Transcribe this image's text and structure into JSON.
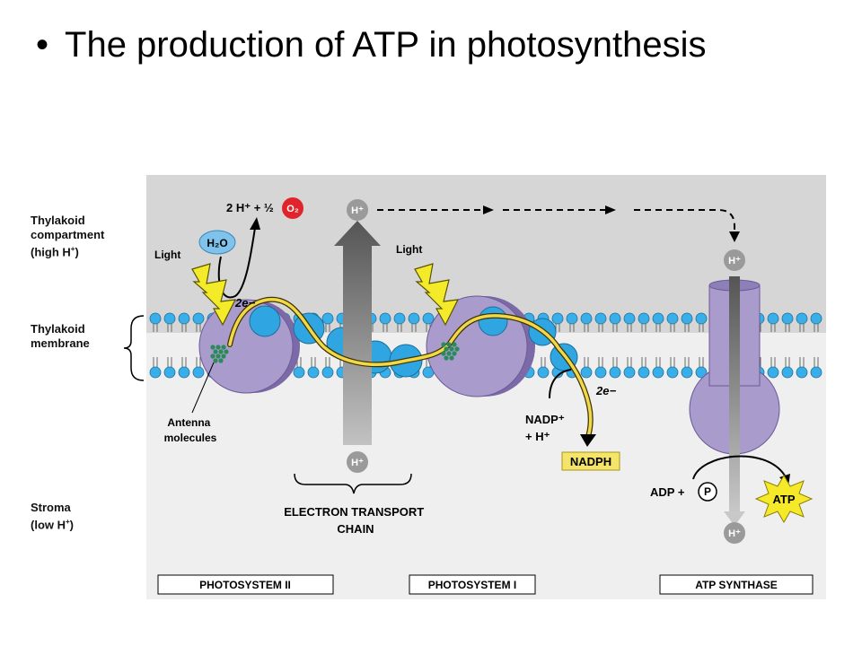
{
  "slide": {
    "bullet": "•",
    "title": "The production of ATP in photosynthesis"
  },
  "labels": {
    "thylakoid_compartment": [
      "Thylakoid",
      "compartment",
      "(high H",
      "+",
      ")"
    ],
    "thylakoid_membrane": [
      "Thylakoid",
      "membrane"
    ],
    "stroma": [
      "Stroma",
      "(low H",
      "+",
      ")"
    ],
    "light_1": "Light",
    "light_2": "Light",
    "antenna": [
      "Antenna",
      "molecules"
    ],
    "electron_transport_chain": [
      "ELECTRON TRANSPORT",
      "CHAIN"
    ],
    "water": "H₂O",
    "products": "2 H⁺ + ½",
    "oxygen": "O₂",
    "electrons": "2e−",
    "h_plus": "H⁺",
    "nadp_line1": "NADP⁺",
    "nadp_line2": "+ H⁺",
    "nadph": "NADPH",
    "adp": "ADP +",
    "phosphate": "P",
    "atp": "ATP"
  },
  "components": [
    {
      "id": "photosystem-ii",
      "label": "PHOTOSYSTEM II"
    },
    {
      "id": "photosystem-i",
      "label": "PHOTOSYSTEM I"
    },
    {
      "id": "atp-synthase",
      "label": "ATP SYNTHASE"
    }
  ],
  "colors": {
    "compartment": "#d6d6d6",
    "stroma": "#efefef",
    "membrane_head": "#3aaee8",
    "protein": "#a99bcc",
    "electron_path": "#f1d84b",
    "lightning": "#f3ea2a",
    "oxygen": "#e0242b",
    "water": "#7fc3ec",
    "atp_star": "#f5e92a",
    "nadph_box": "#f4e56a",
    "h_ion": "#9a9a9a",
    "antenna": "#2a8a5a"
  }
}
